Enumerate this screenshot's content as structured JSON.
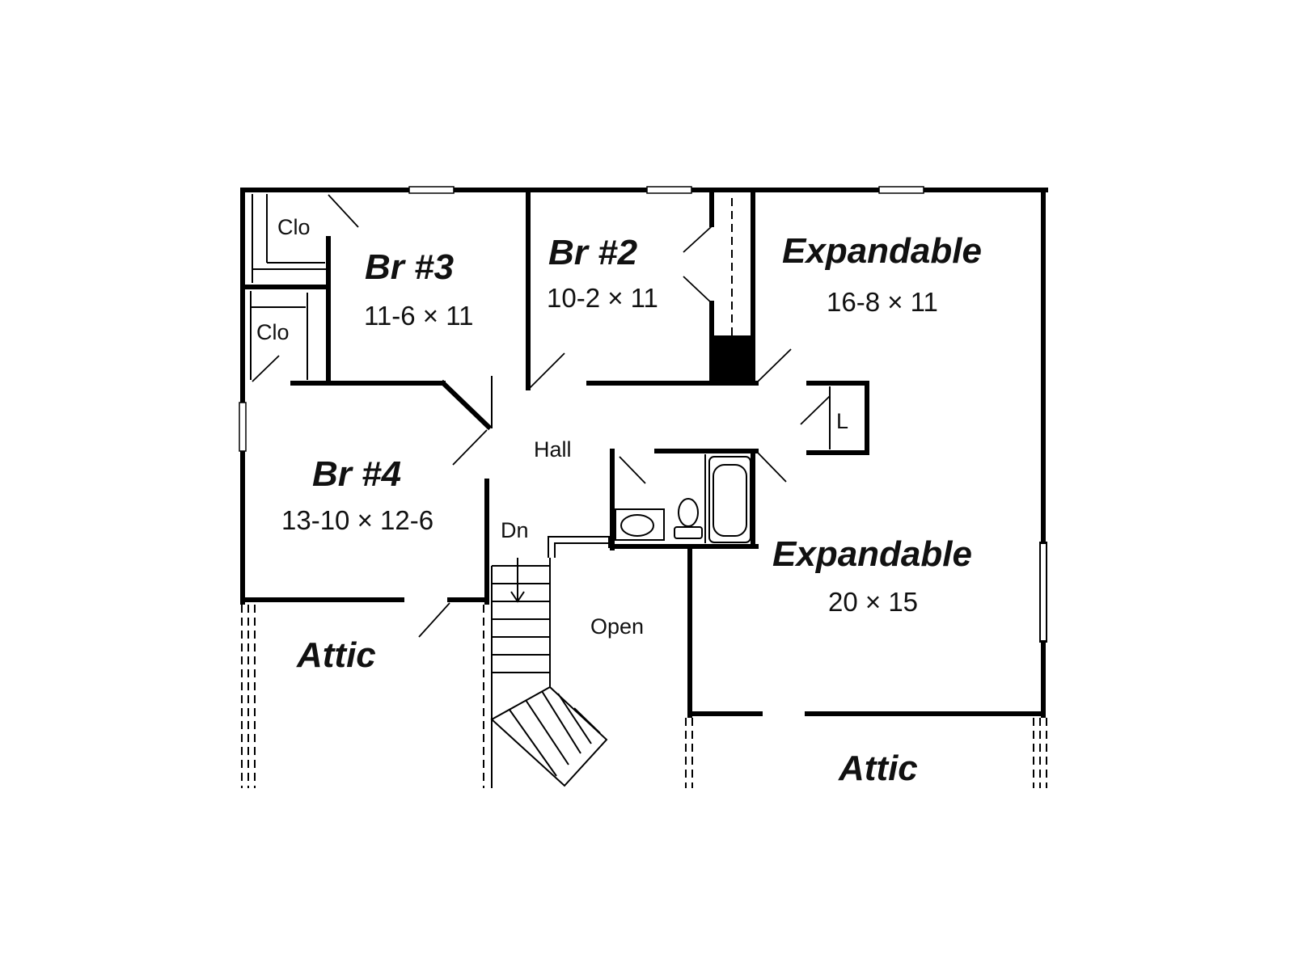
{
  "plan": {
    "rooms": {
      "br3": {
        "name": "Br #3",
        "size": "11-6 × 11"
      },
      "br2": {
        "name": "Br #2",
        "size": "10-2 × 11"
      },
      "exp1": {
        "name": "Expandable",
        "size": "16-8 × 11"
      },
      "br4": {
        "name": "Br #4",
        "size": "13-10 × 12-6"
      },
      "exp2": {
        "name": "Expandable",
        "size": "20 × 15"
      }
    },
    "labels": {
      "clo_top": "Clo",
      "clo_bottom": "Clo",
      "hall": "Hall",
      "linen": "L",
      "down": "Dn",
      "open": "Open",
      "attic_left": "Attic",
      "attic_right": "Attic"
    }
  }
}
